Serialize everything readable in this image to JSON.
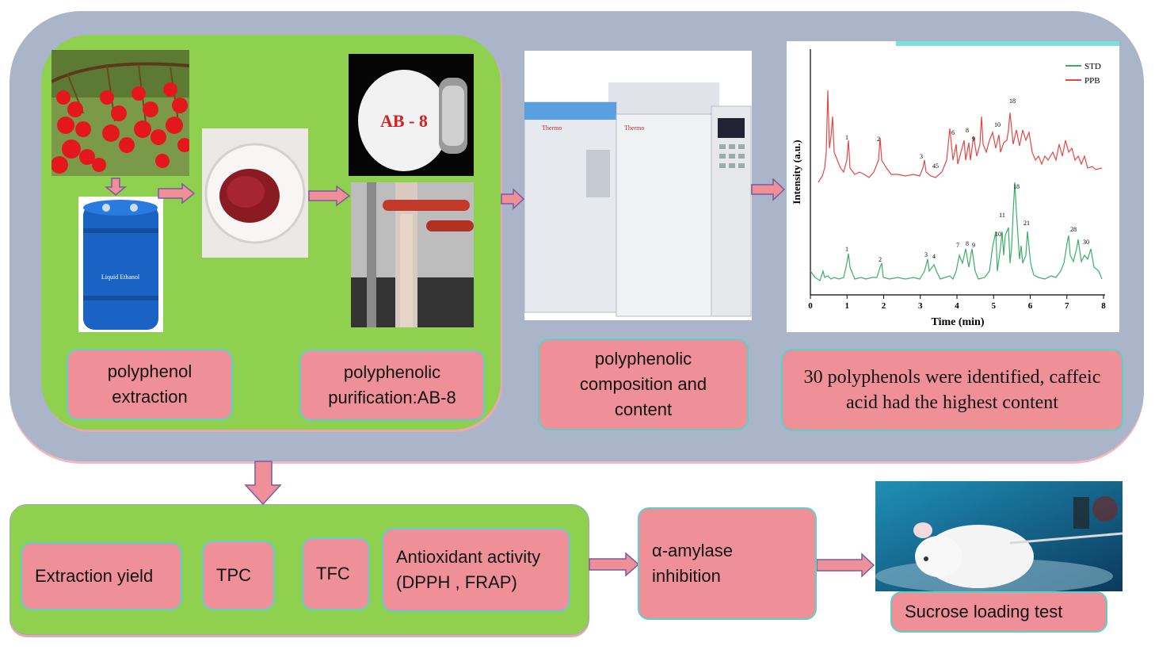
{
  "labels": {
    "extraction": "polyphenol extraction",
    "purification": "polyphenolic purification:AB-8",
    "composition": "polyphenolic composition and content",
    "identified": "30 polyphenols were identified, caffeic acid had the highest content",
    "yield": "Extraction yield",
    "tpc": "TPC",
    "tfc": "TFC",
    "antioxidant": "Antioxidant activity (DPPH , FRAP)",
    "amylase": "α-amylase inhibition",
    "sucrose": "Sucrose loading test"
  },
  "image_text": {
    "drum": "Liquid Ethanol",
    "resin": "AB - 8",
    "brand": "Thermo"
  },
  "chart": {
    "ylabel": "Intensity (a.u.)",
    "xlabel": "Time (min)",
    "xticks": [
      "0",
      "1",
      "2",
      "3",
      "4",
      "5",
      "6",
      "7",
      "8"
    ],
    "legend": [
      "STD",
      "PPB"
    ]
  },
  "colors": {
    "std": "#3cae6a",
    "ppb": "#e64646",
    "arrow": "#ef8f98"
  },
  "icons": [
    "berries-photo",
    "ethanol-drum",
    "resin-dish",
    "ab8-jar",
    "chromatography-column",
    "hplc-instrument",
    "mouse-photo"
  ]
}
